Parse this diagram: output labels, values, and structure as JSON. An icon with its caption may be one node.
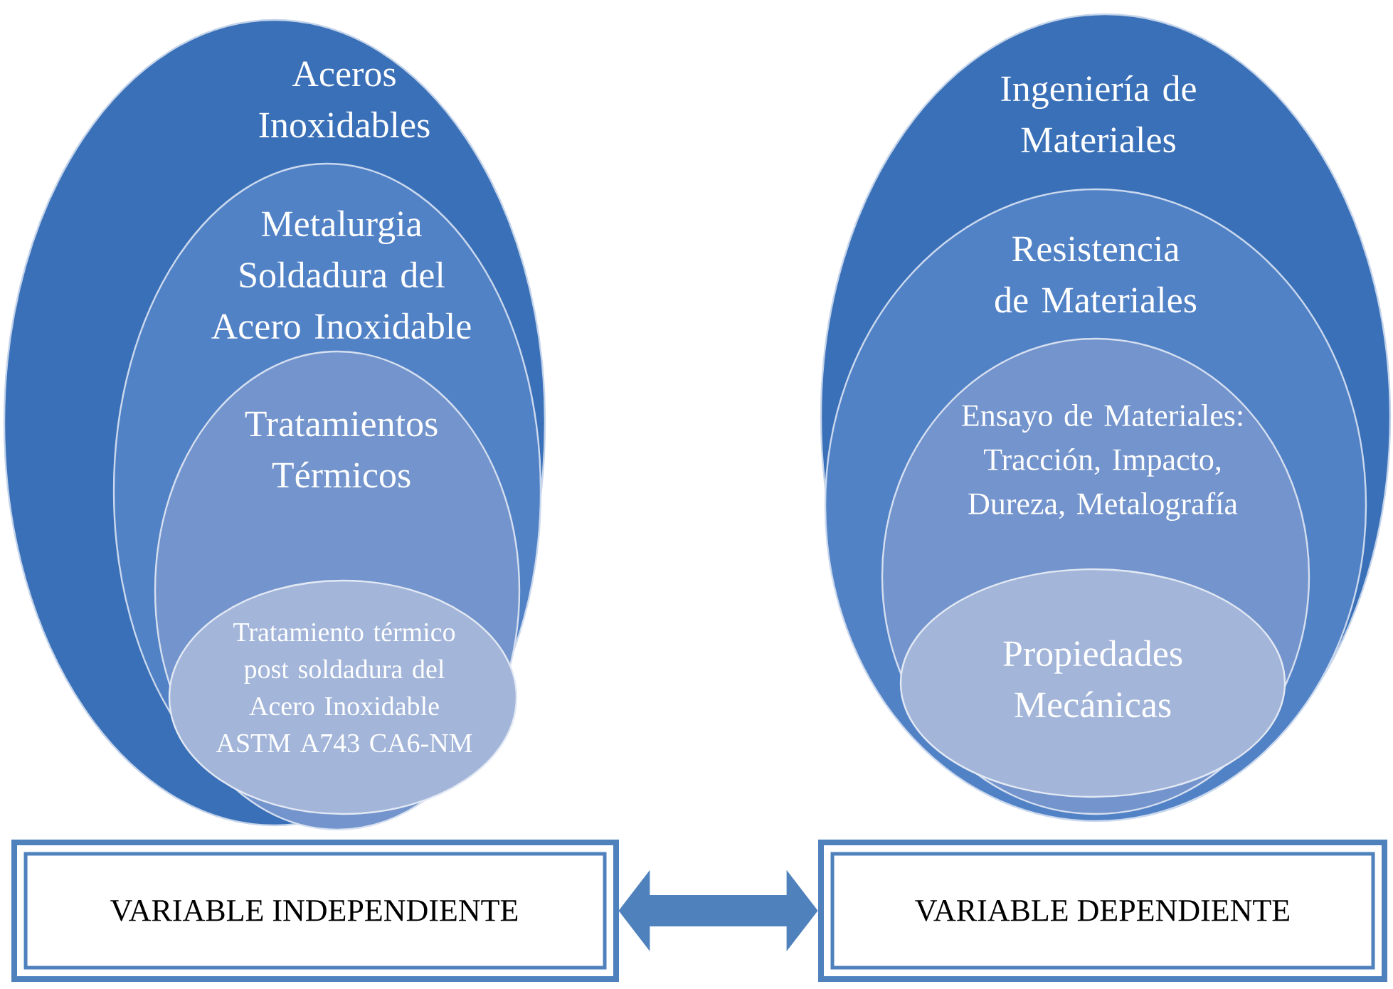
{
  "diagram": {
    "nodes": [
      {
        "text": [
          "Aceros Inoxidables"
        ]
      },
      {
        "text": [
          "Metalurgia Soldadura del Acero Inoxidable"
        ],
        "in": 0
      },
      {
        "text": [
          "Tratamientos Térmicos"
        ],
        "in": 1
      },
      {
        "text": [
          "Tratamiento térmico post soldadura del Acero Inoxidable ASTM A743 CA6-NM"
        ],
        "in": 2
      },
      {
        "text": [
          "Ingeniería de Materiales"
        ]
      },
      {
        "text": [
          "Resistencia de Materiales"
        ],
        "in": 4
      },
      {
        "text": [
          "Ensayo de Materiales: Tracción, Impacto, Dureza, Metalografía"
        ],
        "in": 5
      },
      {
        "text": [
          "Propiedades Mecánicas"
        ],
        "in": 6
      },
      {
        "text": [
          "VARIABLE INDEPENDIENTE"
        ]
      },
      {
        "text": [
          "VARIABLE DEPENDIENTE"
        ]
      }
    ],
    "edges": [
      {
        "from": 8,
        "to": 9,
        "arrow": "both"
      }
    ]
  }
}
